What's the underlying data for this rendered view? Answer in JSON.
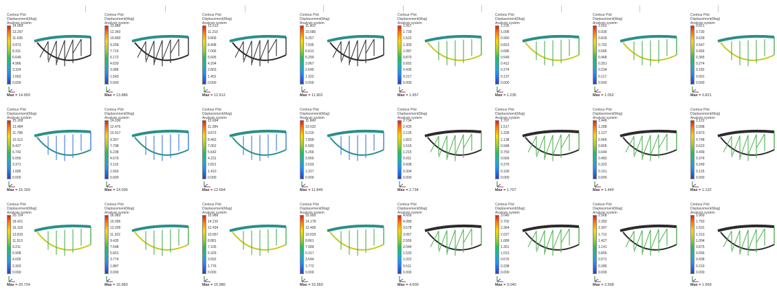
{
  "colors": {
    "black_truss": "#2b2b2b",
    "teal_deck": "#2a8f8a",
    "blue_member": "#3a7bd5",
    "green_member": "#4caf50",
    "yellow_member": "#c8c820",
    "legend_red": "#e41a1c",
    "legend_blue": "#2d3fbf"
  },
  "legend_labels": {
    "title": "Contour Plot",
    "subtitle": "Displacement(Mag)",
    "system": "Analysis system",
    "max_label": "Max ="
  },
  "panels": [
    {
      "style": "dark",
      "ticks": [
        "14.959",
        "13.297",
        "11.635",
        "9.973",
        "8.311",
        "6.649",
        "4.986",
        "3.324",
        "1.662",
        "0.000"
      ],
      "max": "14.959"
    },
    {
      "style": "dark",
      "ticks": [
        "13.886",
        "12.343",
        "10.800",
        "9.258",
        "7.715",
        "6.172",
        "4.629",
        "3.086",
        "1.543",
        "0.000"
      ],
      "max": "13.886"
    },
    {
      "style": "dark",
      "ticks": [
        "12.612",
        "11.210",
        "9.809",
        "8.408",
        "7.006",
        "5.605",
        "4.204",
        "2.803",
        "1.401",
        "0.000"
      ],
      "max": "12.612"
    },
    {
      "style": "dark",
      "ticks": [
        "11.902",
        "10.580",
        "9.257",
        "7.935",
        "6.612",
        "5.290",
        "3.967",
        "2.645",
        "1.322",
        "0.000"
      ],
      "max": "11.902"
    },
    {
      "style": "warm",
      "ticks": [
        "1.957",
        "1.739",
        "1.522",
        "1.305",
        "1.087",
        "0.870",
        "0.652",
        "0.435",
        "0.217",
        "0.000"
      ],
      "max": "1.957"
    },
    {
      "style": "warm",
      "ticks": [
        "1.235",
        "1.098",
        "0.960",
        "0.823",
        "0.686",
        "0.549",
        "0.412",
        "0.274",
        "0.137",
        "0.000"
      ],
      "max": "1.235"
    },
    {
      "style": "warm",
      "ticks": [
        "1.052",
        "0.935",
        "0.818",
        "0.702",
        "0.585",
        "0.468",
        "0.351",
        "0.234",
        "0.117",
        "0.000"
      ],
      "max": "1.052"
    },
    {
      "style": "warm",
      "ticks": [
        "0.821",
        "0.730",
        "0.639",
        "0.547",
        "0.456",
        "0.365",
        "0.274",
        "0.182",
        "0.091",
        "0.000"
      ],
      "max": "0.821"
    },
    {
      "style": "cool",
      "ticks": [
        "15.169",
        "13.484",
        "11.798",
        "10.113",
        "8.427",
        "6.742",
        "5.056",
        "3.371",
        "1.685",
        "0.000"
      ],
      "max": "15.169"
    },
    {
      "style": "cool",
      "ticks": [
        "14.036",
        "12.476",
        "10.917",
        "9.357",
        "7.798",
        "6.238",
        "4.679",
        "3.119",
        "1.560",
        "0.000"
      ],
      "max": "14.036"
    },
    {
      "style": "cool",
      "ticks": [
        "12.694",
        "11.284",
        "9.873",
        "8.463",
        "7.052",
        "5.642",
        "4.231",
        "2.821",
        "1.410",
        "0.000"
      ],
      "max": "12.694"
    },
    {
      "style": "cool",
      "ticks": [
        "11.849",
        "10.532",
        "9.216",
        "7.899",
        "6.583",
        "5.266",
        "3.950",
        "2.633",
        "1.317",
        "0.000"
      ],
      "max": "11.849"
    },
    {
      "style": "dense",
      "ticks": [
        "2.734",
        "2.430",
        "2.126",
        "1.823",
        "1.519",
        "1.215",
        "0.911",
        "0.608",
        "0.304",
        "0.000"
      ],
      "max": "2.734"
    },
    {
      "style": "dense",
      "ticks": [
        "1.707",
        "1.517",
        "1.328",
        "1.138",
        "0.948",
        "0.759",
        "0.569",
        "0.379",
        "0.190",
        "0.000"
      ],
      "max": "1.707"
    },
    {
      "style": "dense",
      "ticks": [
        "1.449",
        "1.288",
        "1.127",
        "0.966",
        "0.805",
        "0.644",
        "0.483",
        "0.322",
        "0.161",
        "0.000"
      ],
      "max": "1.449"
    },
    {
      "style": "dense",
      "ticks": [
        "1.122",
        "0.998",
        "0.873",
        "0.748",
        "0.623",
        "0.499",
        "0.374",
        "0.249",
        "0.125",
        "0.000"
      ],
      "max": "1.122"
    },
    {
      "style": "bright",
      "ticks": [
        "20.724",
        "18.421",
        "16.118",
        "13.816",
        "11.513",
        "9.211",
        "6.908",
        "4.605",
        "2.303",
        "0.000"
      ],
      "max": "20.724"
    },
    {
      "style": "bright",
      "ticks": [
        "16.983",
        "15.096",
        "13.209",
        "11.322",
        "9.435",
        "7.548",
        "5.661",
        "3.774",
        "1.887",
        "0.000"
      ],
      "max": "16.983"
    },
    {
      "style": "bright",
      "ticks": [
        "15.986",
        "14.210",
        "12.434",
        "10.657",
        "8.881",
        "7.105",
        "5.329",
        "3.552",
        "1.776",
        "0.000"
      ],
      "max": "15.986"
    },
    {
      "style": "bright",
      "ticks": [
        "15.950",
        "14.178",
        "12.406",
        "10.633",
        "8.861",
        "7.089",
        "5.317",
        "3.544",
        "1.772",
        "0.000"
      ],
      "max": "15.950"
    },
    {
      "style": "dense",
      "ticks": [
        "4.600",
        "4.089",
        "3.578",
        "3.067",
        "2.556",
        "2.044",
        "1.533",
        "1.022",
        "0.511",
        "0.000"
      ],
      "max": "4.600"
    },
    {
      "style": "dense",
      "ticks": [
        "3.040",
        "2.702",
        "2.364",
        "2.027",
        "1.689",
        "1.351",
        "1.013",
        "0.676",
        "0.338",
        "0.000"
      ],
      "max": "3.040"
    },
    {
      "style": "dense",
      "ticks": [
        "2.568",
        "2.283",
        "1.997",
        "1.712",
        "1.427",
        "1.141",
        "0.856",
        "0.571",
        "0.285",
        "0.000"
      ],
      "max": "2.568"
    },
    {
      "style": "dense",
      "ticks": [
        "1.969",
        "1.750",
        "1.531",
        "1.313",
        "1.094",
        "0.875",
        "0.656",
        "0.438",
        "0.219",
        "0.000"
      ],
      "max": "1.969"
    }
  ]
}
